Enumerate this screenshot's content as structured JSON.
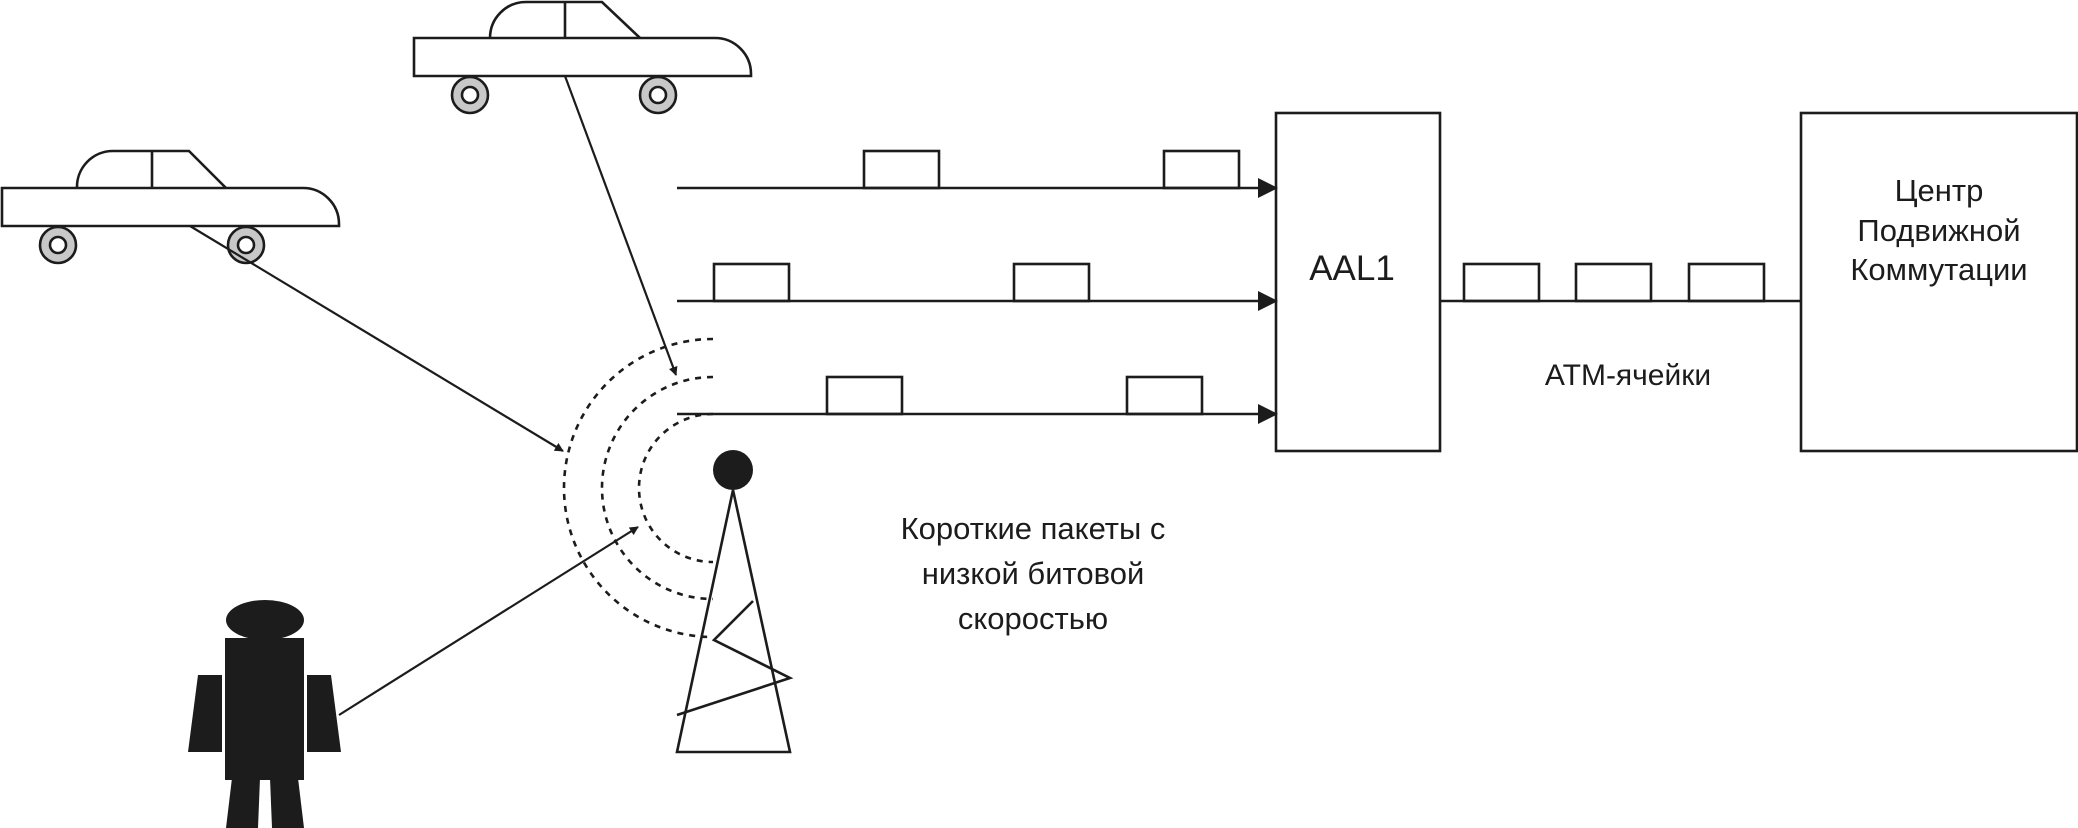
{
  "labels": {
    "aal": "AAL1",
    "msc_line1": "Центр",
    "msc_line2": "Подвижной",
    "msc_line3": "Коммутации",
    "atm_cells": "ATM-ячейки",
    "packets_line1": "Короткие пакеты с",
    "packets_line2": "низкой битовой",
    "packets_line3": "скоростью"
  },
  "icons": [
    "car-icon",
    "car-icon",
    "person-icon",
    "radio-tower-icon",
    "radio-waves-icon"
  ],
  "colors": {
    "line": "#1c1c1c",
    "wheel": "#c8c8c8",
    "background": "#ffffff"
  }
}
